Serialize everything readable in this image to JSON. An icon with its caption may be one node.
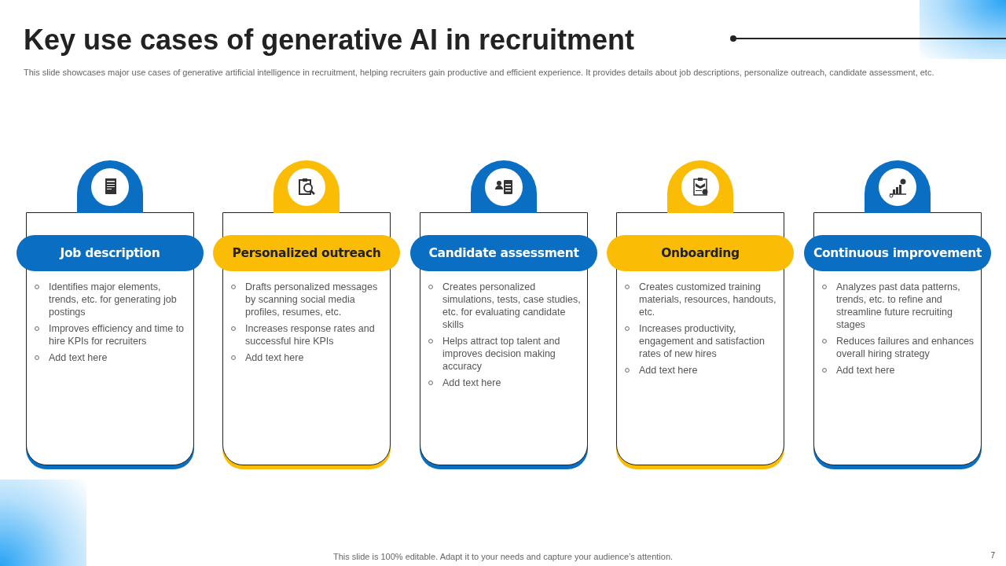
{
  "diagram": {
    "title": "Key use cases of generative AI in recruitment",
    "nodes": [
      {
        "text": [
          "Job description",
          "Identifies major elements, trends, etc. for generating job postings",
          "Improves efficiency and time to hire KPIs for recruiters",
          "Add text here"
        ]
      },
      {
        "text": [
          "Personalized outreach",
          "Drafts personalized messages by scanning social media profiles, resumes, etc.",
          "Increases response rates and successful hire KPIs",
          "Add text here"
        ]
      },
      {
        "text": [
          "Candidate assessment",
          "Creates personalized simulations, tests, case studies, etc. for evaluating candidate skills",
          "Helps attract top talent and improves decision making accuracy",
          "Add text here"
        ]
      },
      {
        "text": [
          "Onboarding",
          "Creates customized training materials, resources, handouts, etc.",
          "Increases productivity, engagement and satisfaction rates of new hires",
          "Add text here"
        ]
      },
      {
        "text": [
          "Continuous improvement",
          "Analyzes past data patterns, trends, etc. to refine and streamline future recruiting stages",
          "Reduces failures and enhances overall hiring strategy",
          "Add text here"
        ]
      }
    ],
    "edges": [],
    "labels": [
      "This slide showcases major use cases of generative artificial intelligence in recruitment, helping recruiters gain productive and efficient experience. It provides details about job descriptions, personalize outreach, candidate assessment, etc.",
      "This slide is 100% editable. Adapt it to your needs and capture your audience’s attention.",
      "7"
    ]
  }
}
